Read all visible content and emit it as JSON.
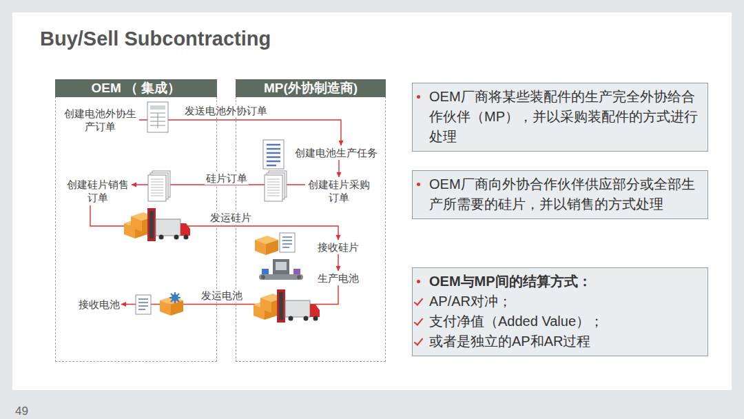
{
  "diagram": {
    "title": "Buy/Sell Subcontracting",
    "nodes": [
      {
        "text": [
          "OEM （ 集成）"
        ]
      },
      {
        "text": [
          "创建电池外协生产订单"
        ],
        "in": 0
      },
      {
        "text": [
          "创建硅片销售订单"
        ],
        "in": 0
      },
      {
        "text": [
          "接收电池"
        ],
        "in": 0
      },
      {
        "text": [
          "MP(外协制造商)"
        ]
      },
      {
        "text": [
          "创建电池生产任务"
        ],
        "in": 4
      },
      {
        "text": [
          "创建硅片采购订单"
        ],
        "in": 4
      },
      {
        "text": [
          "接收硅片"
        ],
        "in": 4
      },
      {
        "text": [
          "生产电池"
        ],
        "in": 4
      },
      {
        "text": [
          "OEM厂商将某些装配件的生产完全外协给合作伙伴（MP），并以采购装配件的方式进行处理"
        ]
      },
      {
        "text": [
          "OEM厂商向外协合作伙伴供应部分或全部生产所需要的硅片，并以销售的方式处理"
        ]
      },
      {
        "text": [
          "OEM与MP间的结算方式：",
          "AP/AR对冲；",
          "支付净值（Added Value）；",
          "或者是独立的AP和AR过程"
        ]
      }
    ],
    "edges": [
      {
        "from": 1,
        "to": 5,
        "label": "发送电池外协订单",
        "arrow": "to"
      },
      {
        "from": 5,
        "to": 6,
        "arrow": "to"
      },
      {
        "from": 6,
        "to": 2,
        "label": "硅片订单",
        "arrow": "to"
      },
      {
        "from": 2,
        "to": 7,
        "label": "发运硅片",
        "arrow": "to"
      },
      {
        "from": 7,
        "to": 8,
        "arrow": "to"
      },
      {
        "from": 8,
        "to": 3,
        "label": "发运电池",
        "arrow": "to"
      }
    ],
    "labels": [
      "49"
    ]
  }
}
